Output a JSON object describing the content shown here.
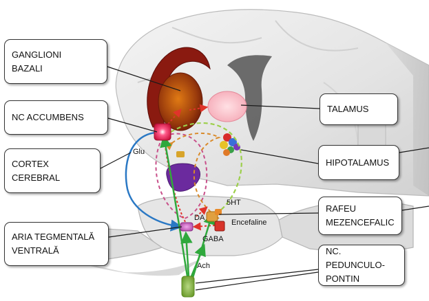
{
  "callouts": {
    "ganglioni_bazali": "GANGLIONI\nBAZALI",
    "nc_accumbens": "NC ACCUMBENS",
    "cortex_cerebral": "CORTEX\nCEREBRAL",
    "aria_tegmentala": "ARIA TEGMENTALĂ\nVENTRALĂ",
    "talamus": "TALAMUS",
    "hipotalamus": "HIPOTALAMUS",
    "rafeu": "RAFEU\nMEZENCEFALIC",
    "nc_pedunculo": "NC. PEDUNCULO-\nPONTIN"
  },
  "pathway_labels": {
    "glu": "Glu",
    "ht5": "5HT",
    "da": "DA",
    "encefaline": "Encefaline",
    "gaba": "GABA",
    "ach": "Ach"
  },
  "colors": {
    "glutamate": "#2a78c4",
    "acetylcholine": "#2fa83c",
    "dopamine": "#e0342a",
    "serotonin": "#9ccf4a",
    "gaba_loop": "#c8508a",
    "encephalin": "#d98a2a"
  }
}
